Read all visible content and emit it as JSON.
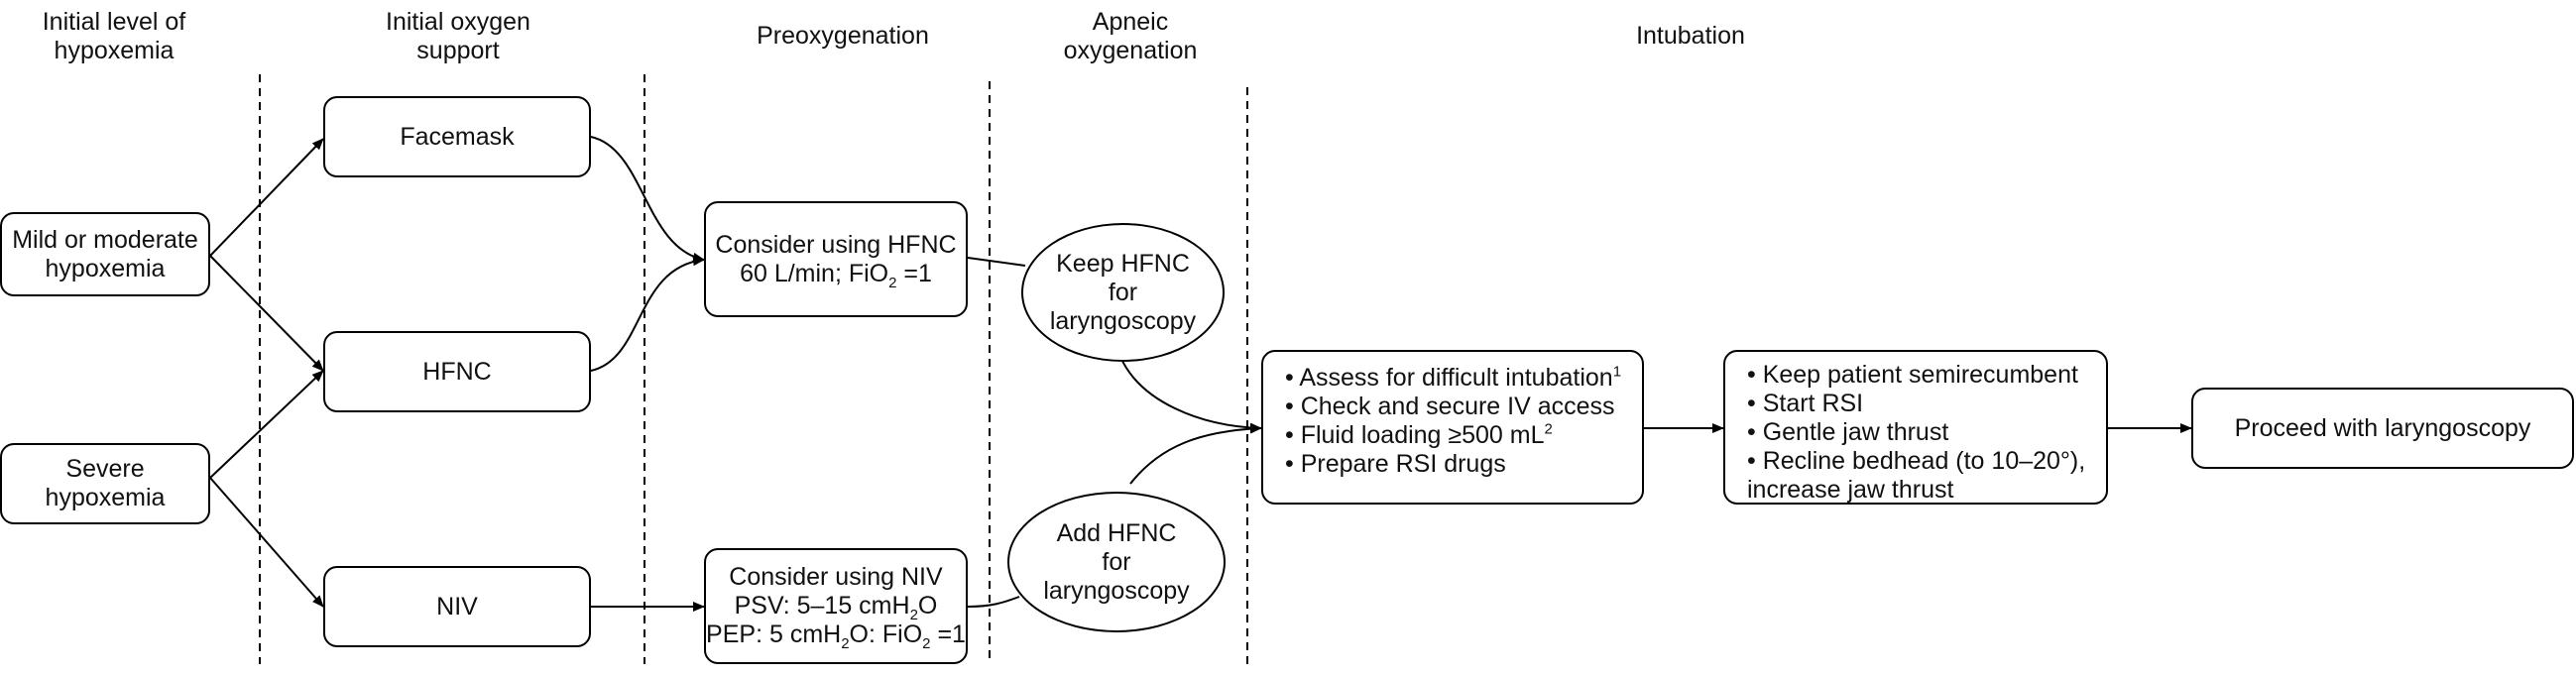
{
  "headers": {
    "initial_level": "Initial level of\nhypoxemia",
    "initial_support": "Initial oxygen\nsupport",
    "preoxygenation": "Preoxygenation",
    "apneic": "Apneic\noxygenation",
    "intubation": "Intubation"
  },
  "hypoxemia": {
    "mild": [
      "Mild or moderate",
      "hypoxemia"
    ],
    "severe": [
      "Severe",
      "hypoxemia"
    ]
  },
  "support": {
    "facemask": "Facemask",
    "hfnc": "HFNC",
    "niv": "NIV"
  },
  "preox": {
    "hfnc": {
      "line1": "Consider using HFNC",
      "line2_pre": "60 L/min; FiO",
      "line2_sub": "2",
      "line2_post": " =1"
    },
    "niv": {
      "line1": "Consider using NIV",
      "line2_pre": "PSV: 5–15 cmH",
      "line2_sub": "2",
      "line2_post": "O",
      "line3_pre": "PEP: 5 cmH",
      "line3_sub": "2",
      "line3_mid": "O: FiO",
      "line3_sub2": "2",
      "line3_post": " =1"
    }
  },
  "apneic": {
    "keep": [
      "Keep HFNC",
      "for",
      "laryngoscopy"
    ],
    "add": [
      "Add HFNC",
      "for",
      "laryngoscopy"
    ]
  },
  "intubation": {
    "assess": {
      "item1": "• Assess for difficult intubation",
      "item1_sup": "1",
      "item2": "• Check and secure IV access",
      "item3": "• Fluid loading ≥500 mL",
      "item3_sup": "2",
      "item4": "• Prepare RSI drugs"
    },
    "position": {
      "item1": "• Keep patient semirecumbent",
      "item2": "• Start RSI",
      "item3": "• Gentle jaw thrust",
      "item4": "• Recline bedhead (to 10–20°),",
      "item4b": "increase jaw thrust"
    },
    "proceed": "Proceed with laryngoscopy"
  }
}
